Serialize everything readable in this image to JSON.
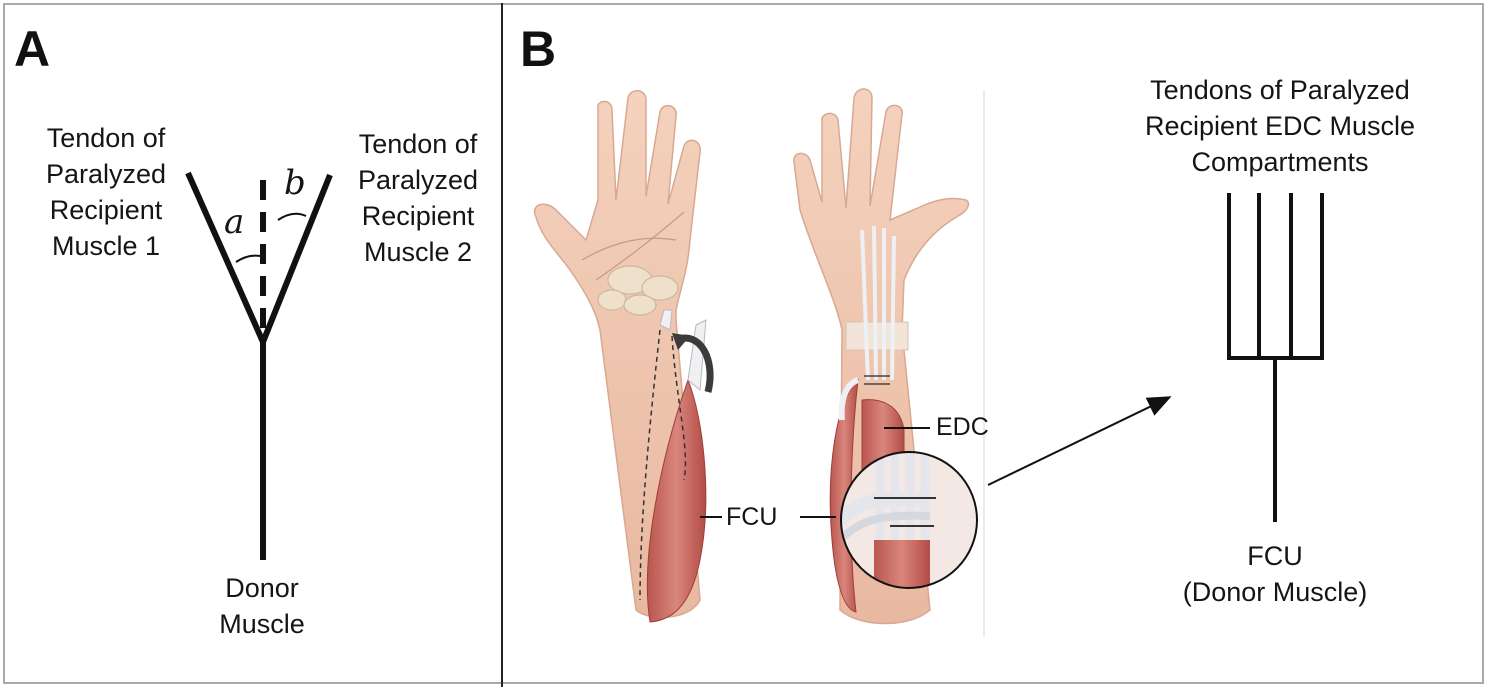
{
  "panel_a": {
    "letter": "A",
    "left_label": [
      "Tendon of",
      "Paralyzed",
      "Recipient",
      "Muscle 1"
    ],
    "right_label": [
      "Tendon of",
      "Paralyzed",
      "Recipient",
      "Muscle 2"
    ],
    "angle_a": "a",
    "angle_b": "b",
    "donor_label": [
      "Donor",
      "Muscle"
    ]
  },
  "panel_b": {
    "letter": "B",
    "edc_label": "EDC",
    "fcu_label": "FCU",
    "tendons_label": [
      "Tendons of Paralyzed",
      "Recipient EDC Muscle",
      "Compartments"
    ],
    "donor_label": [
      "FCU",
      "(Donor Muscle)"
    ]
  }
}
